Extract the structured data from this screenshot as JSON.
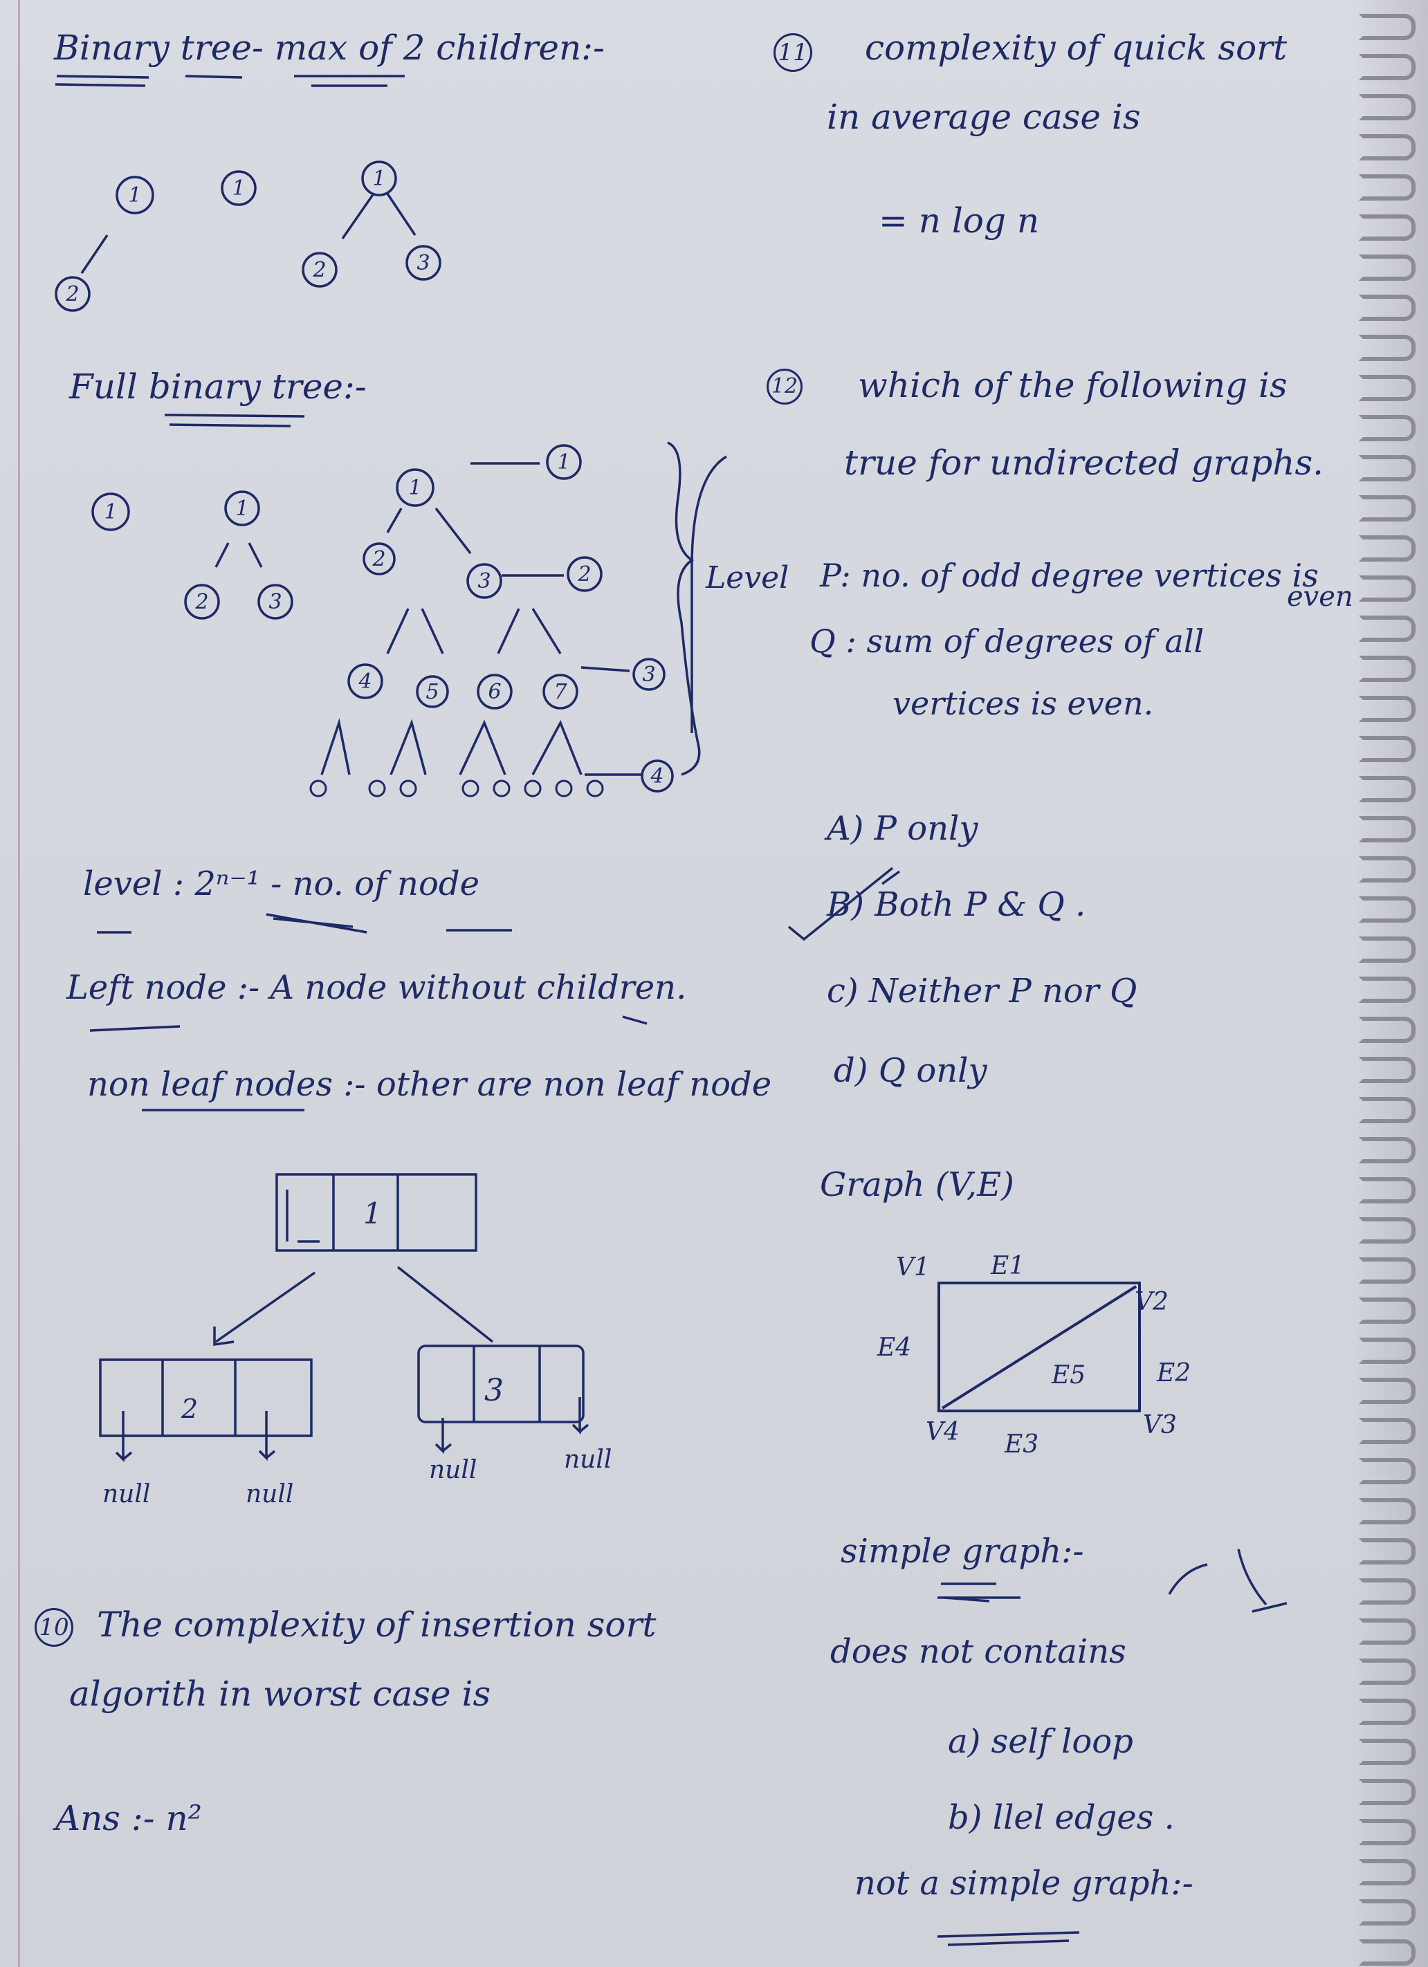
{
  "left": {
    "binary_heading": "Binary tree- max of 2 children:-",
    "full_heading": "Full binary tree:-",
    "full_marker": "1",
    "level_label": "Level",
    "level_line": "level : 2ⁿ⁻¹ - no. of node",
    "leaf_line": "Left node :- A node without children.",
    "nonleaf_line": "non leaf nodes :- other are non leaf node",
    "q10_num": "10",
    "q10_text": "The complexity of insertion sort",
    "q10_text2": "algorith in worst case is",
    "q10_ans": "Ans :- n²",
    "null1": "null",
    "null2": "null",
    "null3": "null",
    "null4": "null",
    "ll_root": "1",
    "ll_left": "2",
    "ll_right": "3"
  },
  "right": {
    "q11_num": "11",
    "q11_text": "complexity of quick sort",
    "q11_text2": "in average case is",
    "q11_ans": "= n log n",
    "q12_num": "12",
    "q12_text": "which of the following is",
    "q12_text2": "true for undirected graphs.",
    "p_text": "P: no. of odd degree vertices is",
    "p_text2": "even",
    "q_text": "Q : sum of degrees of all",
    "q_text2": "vertices is even.",
    "opt_a": "A) P only",
    "opt_b": "B) Both P & Q .",
    "opt_c": "c) Neither P nor Q",
    "opt_d": "d) Q only",
    "graph_title": "Graph (V,E)",
    "v1": "V1",
    "v2": "V2",
    "v3": "V3",
    "v4": "V4",
    "e1": "E1",
    "e2": "E2",
    "e3": "E3",
    "e4": "E4",
    "e5": "E5",
    "simple_heading": "simple graph:-",
    "simple_text": "does not contains",
    "simple_a": "a) self loop",
    "simple_b": "b) llel edges .",
    "not_simple": "not a simple graph:-"
  },
  "tree_nodes": {
    "t1a": "1",
    "t1b": "2",
    "t2": "1",
    "t3a": "1",
    "t3b": "2",
    "t3c": "3",
    "f1": "1",
    "f2a": "1",
    "f2b": "2",
    "f2c": "3",
    "f3a": "1",
    "f3b": "2",
    "f3c": "3",
    "f3d": "4",
    "f3e": "5",
    "f3f": "6",
    "f3g": "7",
    "lv1": "1",
    "lv2": "2",
    "lv3": "3",
    "lv4": "4"
  }
}
